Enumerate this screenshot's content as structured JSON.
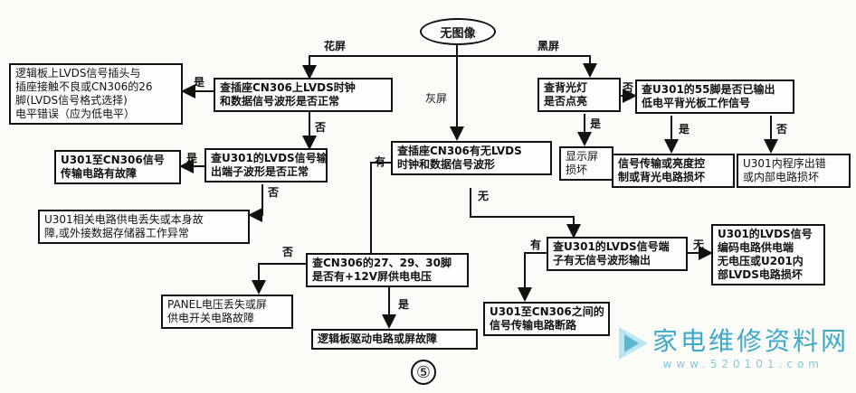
{
  "start": "无图像",
  "branches": {
    "flower": "花屏",
    "black": "黑屏",
    "gray": "灰屏"
  },
  "boxes": {
    "lvds_clock": [
      "查插座CN306上LVDS时钟",
      "和数据信号波形是否正常"
    ],
    "logic_board": [
      "逻辑板上LVDS信号插头与",
      "插座接触不良或CN306的26",
      "脚(LVDS信号格式选择)",
      "电平错误（应为低电平）"
    ],
    "u301_lvds_out": [
      "查U301的LVDS信号输",
      "出端子波形是否正常"
    ],
    "u301_cn306_fault": [
      "U301至CN306信号",
      "传输电路有故障"
    ],
    "u301_power": [
      "U301相关电路供电丢失或本身故",
      "障,或外接数据存储器工作异常"
    ],
    "cn306_has_lvds": [
      "查插座CN306有无LVDS",
      "时钟和数据信号波形"
    ],
    "cn306_pins": [
      "查CN306的27、29、30脚",
      "是否有+12V屏供电电压"
    ],
    "panel_power": [
      "PANEL电压丢失或屏",
      "供电开关电路故障"
    ],
    "logic_drive": [
      "逻辑板驱动电路或屏故障"
    ],
    "backlight": [
      "查背光灯",
      "是否点亮"
    ],
    "show_screen": [
      "显示屏",
      "损坏"
    ],
    "u301_pin55": [
      "查U301的55脚是否已输出",
      "低电平背光板工作信号"
    ],
    "signal_circuit": [
      "信号传输或亮度控",
      "制或背光电路损坏"
    ],
    "u301_program": [
      "U301内程序出错",
      "或内部电路损坏"
    ],
    "u301_lvds_terminal": [
      "查U301的LVDS信号端",
      "子有无信号波形输出"
    ],
    "u301_cn306_break": [
      "U301至CN306之间的",
      "信号传输电路断路"
    ],
    "u301_encode": [
      "U301的LVDS信号",
      "编码电路供电端",
      "无电压或U201内",
      "部LVDS电路损坏"
    ]
  },
  "labels": {
    "yes": "是",
    "no": "否",
    "has": "有",
    "none": "无"
  },
  "figure_number": "⑤",
  "watermark": {
    "text": "家电维修资料网",
    "url": "www.520101.com"
  }
}
